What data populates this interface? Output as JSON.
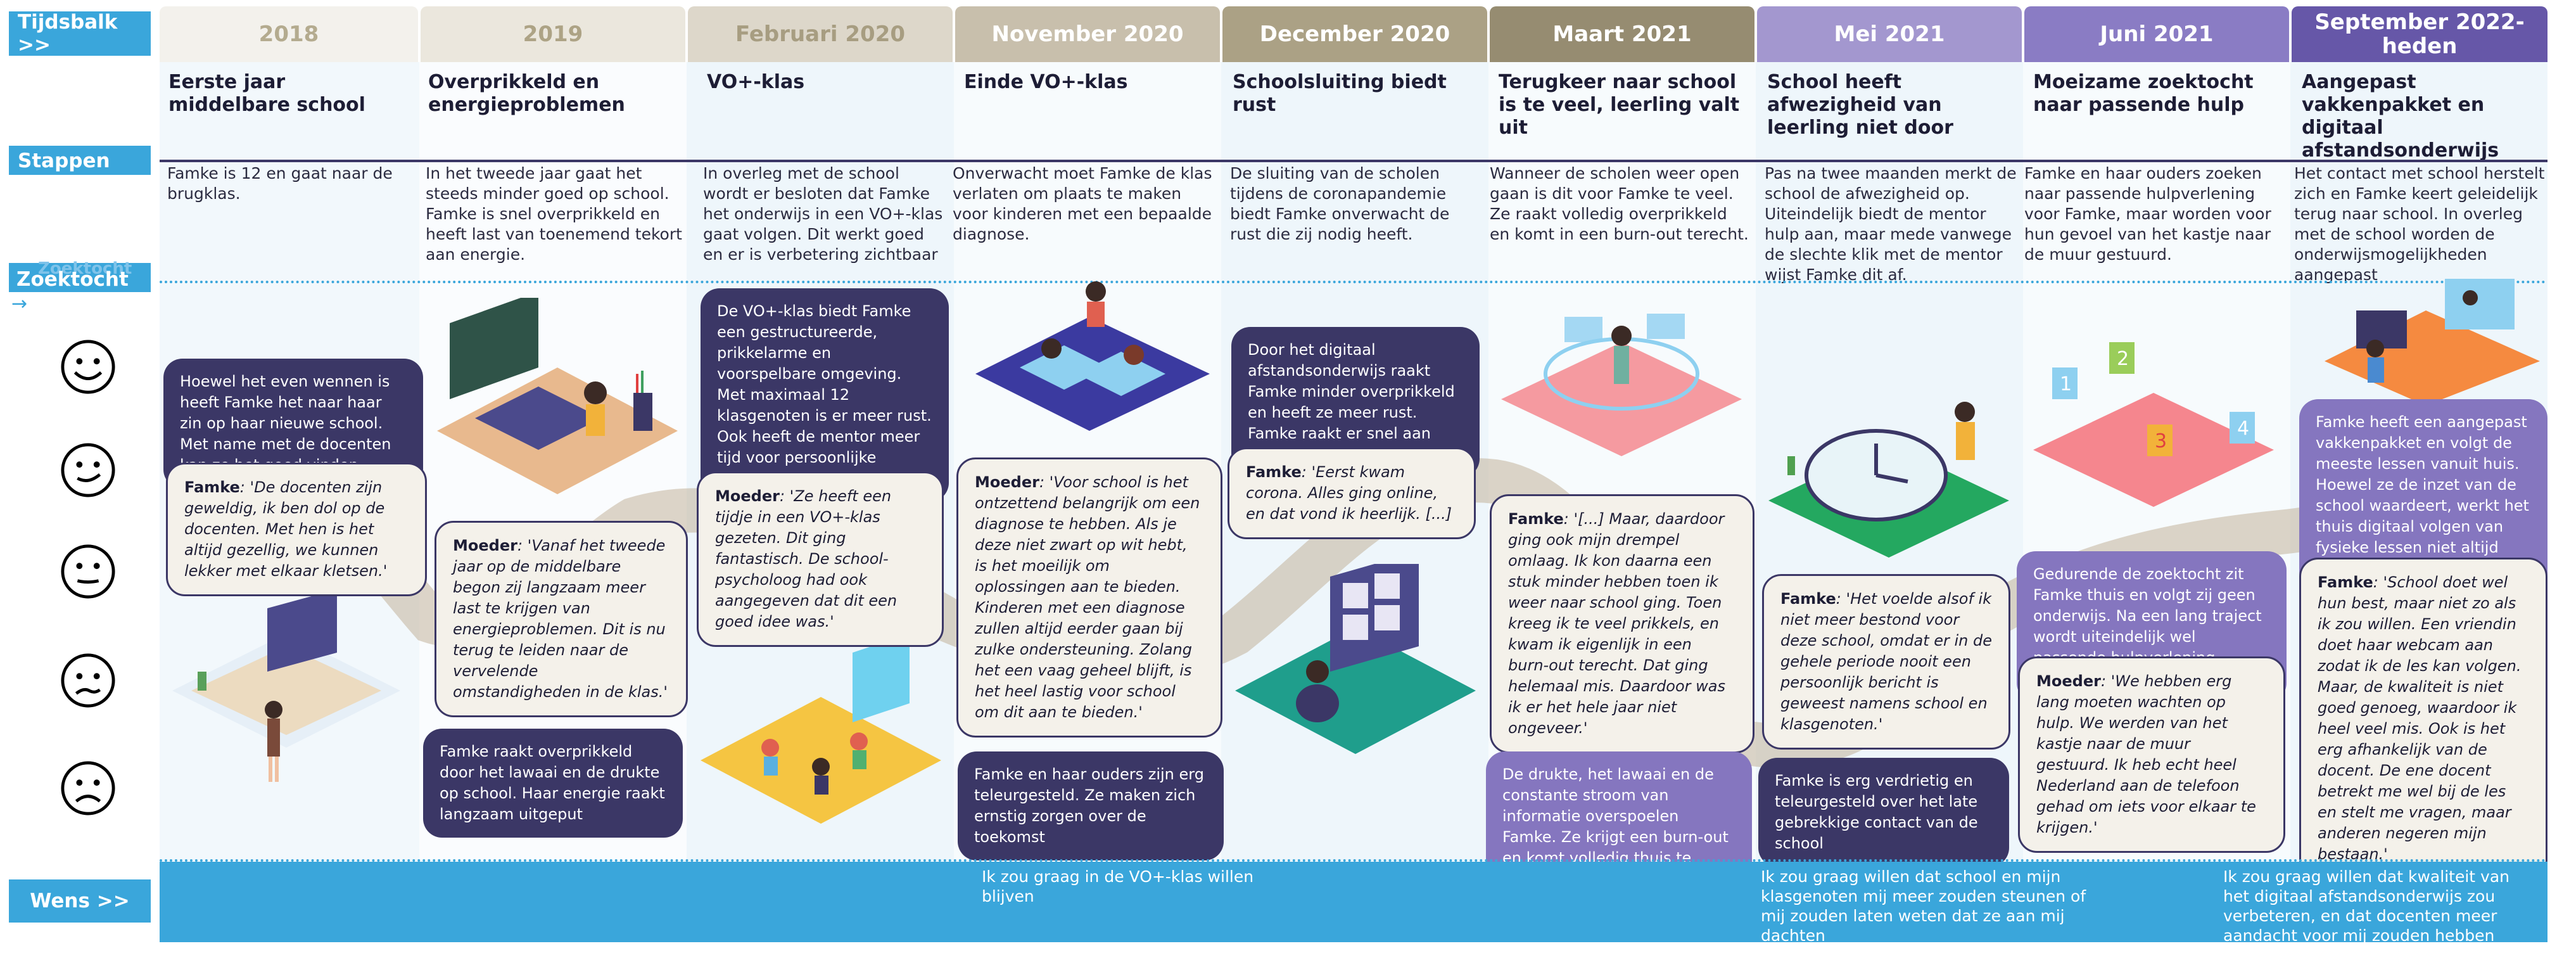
{
  "labels": {
    "timeline": "Tijdsbalk >>",
    "steps": "Stappen >>",
    "search_overlay": "Zoektocht",
    "search": "Zoektocht",
    "wish": "Wens >>"
  },
  "periods": [
    {
      "date": "2018",
      "title": "Eerste jaar middelbare school",
      "text": "Famke is 12 en gaat naar de brugklas."
    },
    {
      "date": "2019",
      "title": "Overprikkeld en energieproblemen",
      "text": "In het tweede jaar gaat het steeds minder goed op school. Famke is snel overprikkeld en heeft last van toenemend tekort aan energie."
    },
    {
      "date": "Februari 2020",
      "title": "VO+-klas",
      "text": "In overleg met de school wordt er besloten dat Famke het onderwijs in een VO+-klas gaat volgen. Dit werkt goed en er is verbetering zichtbaar"
    },
    {
      "date": "November 2020",
      "title": "Einde VO+-klas",
      "text": "Onverwacht moet Famke de klas verlaten om plaats te maken voor kinderen met een bepaalde diagnose."
    },
    {
      "date": "December 2020",
      "title": "Schoolsluiting biedt rust",
      "text": "De sluiting van de scholen tijdens de coronapandemie biedt Famke onverwacht de rust die zij nodig heeft."
    },
    {
      "date": "Maart 2021",
      "title": "Terugkeer naar school is te veel, leerling valt uit",
      "text": "Wanneer de scholen weer open gaan is dit voor Famke te veel. Ze raakt volledig overprikkeld en komt in een burn-out terecht."
    },
    {
      "date": "Mei 2021",
      "title": "School heeft afwezigheid van leerling niet door",
      "text": "Pas na twee maanden merkt de school de afwezigheid op. Uiteindelijk biedt de mentor hulp aan, maar mede vanwege de slechte klik met de mentor wijst Famke dit af."
    },
    {
      "date": "Juni 2021",
      "title": "Moeizame zoektocht naar passende hulp",
      "text": "Famke en haar ouders zoeken naar passende hulpverlening voor Famke, maar worden voor hun gevoel van het kastje naar de muur gestuurd."
    },
    {
      "date": "September 2022-heden",
      "title": "Aangepast vakkenpakket en digitaal afstandsonderwijs",
      "text": "Het contact met school herstelt zich en Famke keert geleidelijk terug naar school. In overleg met de school worden de onderwijsmogelijkheden aangepast"
    }
  ],
  "bubbles": [
    {
      "style": "dark",
      "text": "Hoewel het even wennen is heeft Famke het naar haar zin op haar nieuwe school. Met name met de docenten kan ze het goed vinden."
    },
    {
      "style": "light",
      "speaker": "Famke",
      "text": ": 'De docenten zijn geweldig, ik ben dol op de docenten. Met hen is het altijd gezellig, we kunnen lekker met elkaar kletsen.'"
    },
    {
      "style": "light",
      "speaker": "Moeder",
      "text": ": 'Vanaf het tweede jaar op de middelbare begon zij langzaam meer last te krijgen van energieproblemen. Dit is nu terug te leiden naar de vervelende omstandigheden in de klas.'"
    },
    {
      "style": "dark",
      "text": "Famke raakt overprikkeld door het lawaai en de drukte op school. Haar energie raakt langzaam uitgeput"
    },
    {
      "style": "dark",
      "text": "De VO+-klas biedt Famke een gestructureerde, prikkelarme en voorspelbare omgeving. Met maximaal 12 klasgenoten is er meer rust. Ook heeft de mentor meer tijd voor persoonlijke aandacht."
    },
    {
      "style": "light",
      "speaker": "Moeder",
      "text": ": 'Ze heeft een tijdje in een VO+-klas gezeten. Dit ging fantastisch. De school-psycholoog had ook aangegeven dat dit een goed idee was.'"
    },
    {
      "style": "light",
      "speaker": "Moeder",
      "text": ": 'Voor school is het ontzettend belangrijk om een diagnose te hebben. Als je deze niet zwart op wit hebt, is het moeilijk om oplossingen aan te bieden. Kinderen met een diagnose zullen altijd eerder gaan bij zulke ondersteuning. Zolang het een vaag geheel blijft, is het heel lastig voor school om dit aan te bieden.'"
    },
    {
      "style": "dark",
      "text": "Famke en haar ouders zijn erg teleurgesteld. Ze maken zich ernstig zorgen over de toekomst"
    },
    {
      "style": "dark",
      "text": "Door het digitaal afstandsonderwijs raakt Famke minder overprikkeld en heeft ze meer rust. Famke raakt er snel aan gewend."
    },
    {
      "style": "light",
      "speaker": "Famke",
      "text": ": 'Eerst kwam corona. Alles ging online, en dat vond ik heerlijk. [...]"
    },
    {
      "style": "light",
      "speaker": "Famke",
      "text": ": '[...] Maar, daardoor ging ook mijn drempel omlaag. Ik kon daarna een stuk minder hebben toen ik weer naar school ging. Toen kreeg ik te veel prikkels, en kwam ik eigenlijk in een burn-out terecht. Dat ging helemaal mis. Daardoor was ik er het hele jaar niet ongeveer.'"
    },
    {
      "style": "purple",
      "text": "De drukte, het lawaai en de constante stroom van informatie overspoelen Famke. Ze krijgt een burn-out en komt volledig thuis te zitten."
    },
    {
      "style": "light",
      "speaker": "Famke",
      "text": ": 'Het voelde alsof ik niet meer bestond voor deze school, omdat er in de gehele periode nooit een persoonlijk bericht is geweest namens school en klasgenoten.'"
    },
    {
      "style": "dark",
      "text": "Famke is erg verdrietig en teleurgesteld over het late gebrekkige contact van de school"
    },
    {
      "style": "purple",
      "text": "Gedurende de zoektocht zit Famke thuis en volgt zij geen onderwijs. Na een lang traject wordt uiteindelijk wel passende hulpverlening ingezet"
    },
    {
      "style": "light",
      "speaker": "Moeder",
      "text": ": 'We hebben erg lang moeten wachten op hulp. We werden van het kastje naar de muur gestuurd. Ik heb echt heel Nederland aan de telefoon gehad om iets voor elkaar te krijgen.'"
    },
    {
      "style": "purple",
      "text": "Famke heeft een aangepast vakkenpakket en volgt de meeste lessen vanuit huis. Hoewel ze de inzet van de school waardeert, werkt het thuis digitaal volgen van fysieke lessen niet altijd optimaal."
    },
    {
      "style": "light",
      "speaker": "Famke",
      "text": ": 'School doet wel hun best, maar niet zo als ik zou willen. Een vriendin doet haar webcam aan zodat ik de les kan volgen. Maar, de kwaliteit is niet goed genoeg, waardoor ik heel veel mis. Ook is het erg afhankelijk van de docent. De ene docent betrekt me wel bij de les en stelt me vragen, maar anderen negeren mijn bestaan.'"
    }
  ],
  "wishes": [
    "Ik zou graag in de VO+-klas willen blijven",
    "Ik zou graag willen dat school en mijn klasgenoten mij meer zouden steunen of mij zouden laten weten dat ze aan mij dachten",
    "Ik zou graag willen dat kwaliteit van het digitaal afstandsonderwijs zou verbeteren, en dat docenten meer aandacht voor mij zouden hebben tijdens de les"
  ],
  "colors": {
    "accent": "#3aa6db",
    "dark_bubble": "#3b3766",
    "purple_bubble": "#8576bf",
    "quote_bubble": "#f4f1ea",
    "emotion_line": "#c2b39a"
  }
}
